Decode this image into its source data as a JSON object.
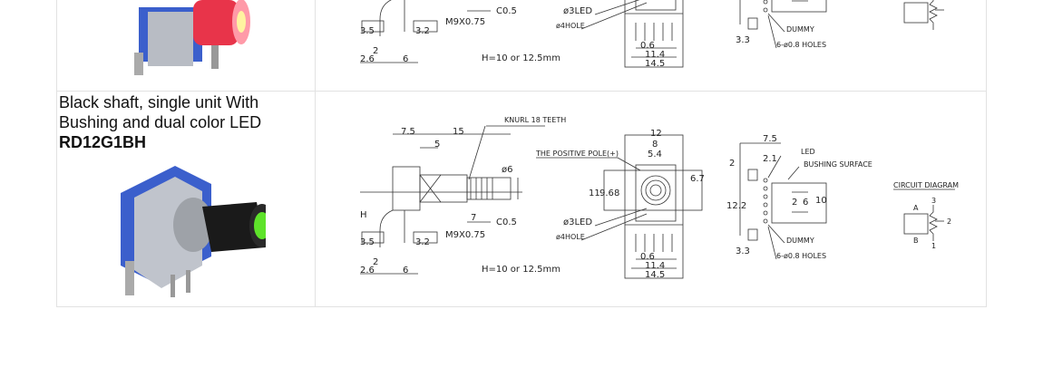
{
  "products": [
    {
      "description_line1": "",
      "description_line2": "",
      "model": "",
      "shaft_color": "#e8344a",
      "led_color": "#ff5a6a"
    },
    {
      "description_line1": "Black shaft, single unit With",
      "description_line2": "Bushing and dual color LED",
      "model": "RD12G1BH",
      "shaft_color": "#1a1a1a",
      "led_color": "#5ee32a"
    }
  ],
  "drawing": {
    "side": {
      "knurl": "KNURL 18 TEETH",
      "d7_5": "7.5",
      "d15": "15",
      "d5": "5",
      "d_phi6": "ø6",
      "h": "H",
      "d7": "7",
      "c05": "C0.5",
      "thread": "M9X0.75",
      "d3_5": "3.5",
      "d3_2": "3.2",
      "d2": "2",
      "d2_6": "2.6",
      "d6": "6",
      "height_note": "H=10 or 12.5mm"
    },
    "front": {
      "d12": "12",
      "d8": "8",
      "d5_4": "5.4",
      "positive_pole": "THE POSITIVE POLE(+)",
      "d11": "11",
      "d9_6": "9.6",
      "d8b": "8",
      "d6_7": "6.7",
      "led": "ø3LED",
      "hole": "ø4HOLE",
      "d0_6": "0.6",
      "d11_4": "11.4",
      "d14_5": "14.5"
    },
    "footprint": {
      "d7_5": "7.5",
      "d2": "2",
      "d2_1": "2.1",
      "led": "LED",
      "bushing": "BUSHING SURFACE",
      "d12_2": "12.2",
      "d10": "10",
      "d6": "6",
      "d2b": "2",
      "dummy": "DUMMY",
      "d3_3": "3.3",
      "holes": "6-ø0.8 HOLES"
    },
    "circuit": {
      "title": "CIRCUIT DIAGRAM",
      "pin1": "1",
      "pin2": "2",
      "pin3": "3",
      "led_a": "A",
      "led_b": "B"
    }
  }
}
